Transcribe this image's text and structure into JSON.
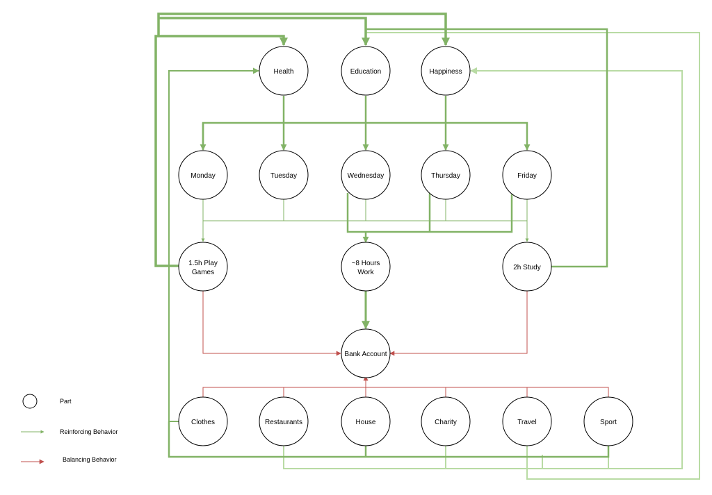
{
  "colors": {
    "reinforcing": "#82b366",
    "reinforcing_light": "#b9dba4",
    "balancing": "#c0504d",
    "node_stroke": "#000000",
    "node_fill": "#ffffff"
  },
  "nodes": {
    "health": [
      "Health"
    ],
    "education": [
      "Education"
    ],
    "happiness": [
      "Happiness"
    ],
    "monday": [
      "Monday"
    ],
    "tuesday": [
      "Tuesday"
    ],
    "wednesday": [
      "Wednesday"
    ],
    "thursday": [
      "Thursday"
    ],
    "friday": [
      "Friday"
    ],
    "play_games": [
      "1.5h Play",
      "Games"
    ],
    "work": [
      "~8 Hours",
      "Work"
    ],
    "study": [
      "2h Study"
    ],
    "bank_account": [
      "Bank Account"
    ],
    "clothes": [
      "Clothes"
    ],
    "restaurants": [
      "Restaurants"
    ],
    "house": [
      "House"
    ],
    "charity": [
      "Charity"
    ],
    "travel": [
      "Travel"
    ],
    "sport": [
      "Sport"
    ]
  },
  "legend": {
    "part": "Part",
    "reinforcing": "Reinforcing Behavior",
    "balancing": "Balancing Behavior"
  }
}
